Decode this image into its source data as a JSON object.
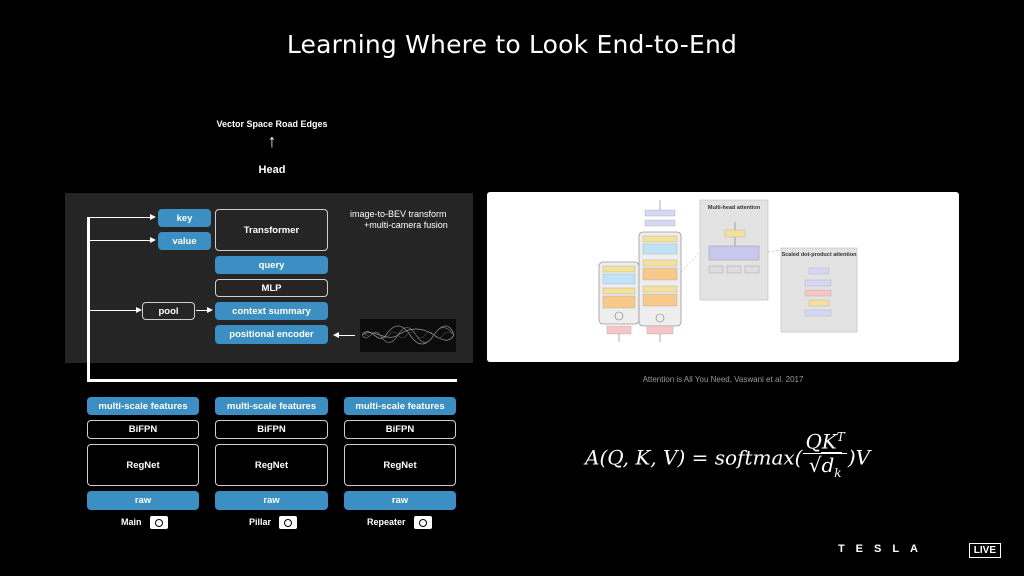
{
  "title": "Learning Where to Look End-to-End",
  "head": {
    "output_label": "Vector Space Road Edges",
    "arrow": "↑",
    "label": "Head"
  },
  "panel": {
    "note_line1": "image-to-BEV transform",
    "note_line2": "+multi-camera fusion",
    "key": "key",
    "value": "value",
    "transformer": "Transformer",
    "query": "query",
    "mlp": "MLP",
    "pool": "pool",
    "context_summary": "context summary",
    "positional_encoder": "positional encoder"
  },
  "columns": [
    {
      "features": "multi-scale features",
      "bifpn": "BiFPN",
      "regnet": "RegNet",
      "raw": "raw",
      "camera": "Main"
    },
    {
      "features": "multi-scale features",
      "bifpn": "BiFPN",
      "regnet": "RegNet",
      "raw": "raw",
      "camera": "Pillar"
    },
    {
      "features": "multi-scale features",
      "bifpn": "BiFPN",
      "regnet": "RegNet",
      "raw": "raw",
      "camera": "Repeater"
    }
  ],
  "paper": {
    "figure_title_left": "Multi-head attention",
    "figure_title_right": "Scaled dot-product attention",
    "caption": "Attention is All You Need, Vaswani et al. 2017"
  },
  "formula": {
    "lhs": "A(Q, K, V) = softmax(",
    "numerator": "QK",
    "numerator_sup": "T",
    "sqrt": "√",
    "denominator": "d",
    "denominator_sub": "k",
    "rhs": ")V"
  },
  "branding": {
    "wordmark": "TESLA",
    "live": "LIVE"
  },
  "colors": {
    "accent_blue": "#3b8fc2",
    "panel_bg": "#252525",
    "background": "#000000"
  }
}
